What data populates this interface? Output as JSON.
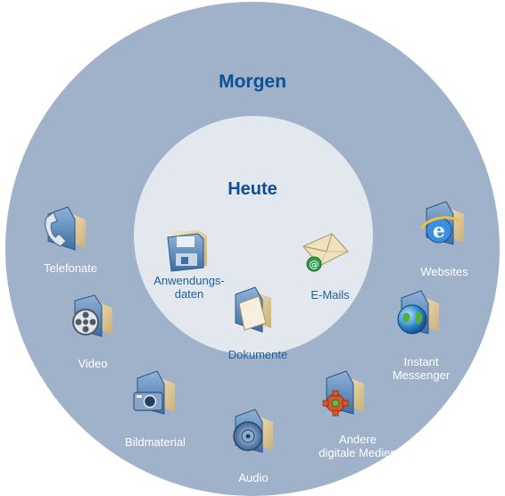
{
  "outer_circle": {
    "title": "Morgen"
  },
  "inner_circle": {
    "title": "Heute",
    "items": [
      {
        "label": "Anwendungs-\ndaten",
        "icon": "floppy-disk-icon"
      },
      {
        "label": "E-Mails",
        "icon": "envelope-icon"
      },
      {
        "label": "Dokumente",
        "icon": "document-folder-icon"
      }
    ]
  },
  "outer_items": [
    {
      "label": "Telefonate",
      "icon": "telephone-icon"
    },
    {
      "label": "Video",
      "icon": "film-reel-icon"
    },
    {
      "label": "Bildmaterial",
      "icon": "camera-icon"
    },
    {
      "label": "Audio",
      "icon": "speaker-icon"
    },
    {
      "label": "Andere\ndigitale Medien",
      "icon": "gear-icon"
    },
    {
      "label": "Instant\nMessenger",
      "icon": "globe-icon"
    },
    {
      "label": "Websites",
      "icon": "internet-explorer-icon"
    }
  ],
  "colors": {
    "outer": "#9fb2c9",
    "inner": "#e3e8ee",
    "title": "#0c4f96",
    "outer_label": "#ffffff",
    "inner_label": "#1f5f9f"
  }
}
